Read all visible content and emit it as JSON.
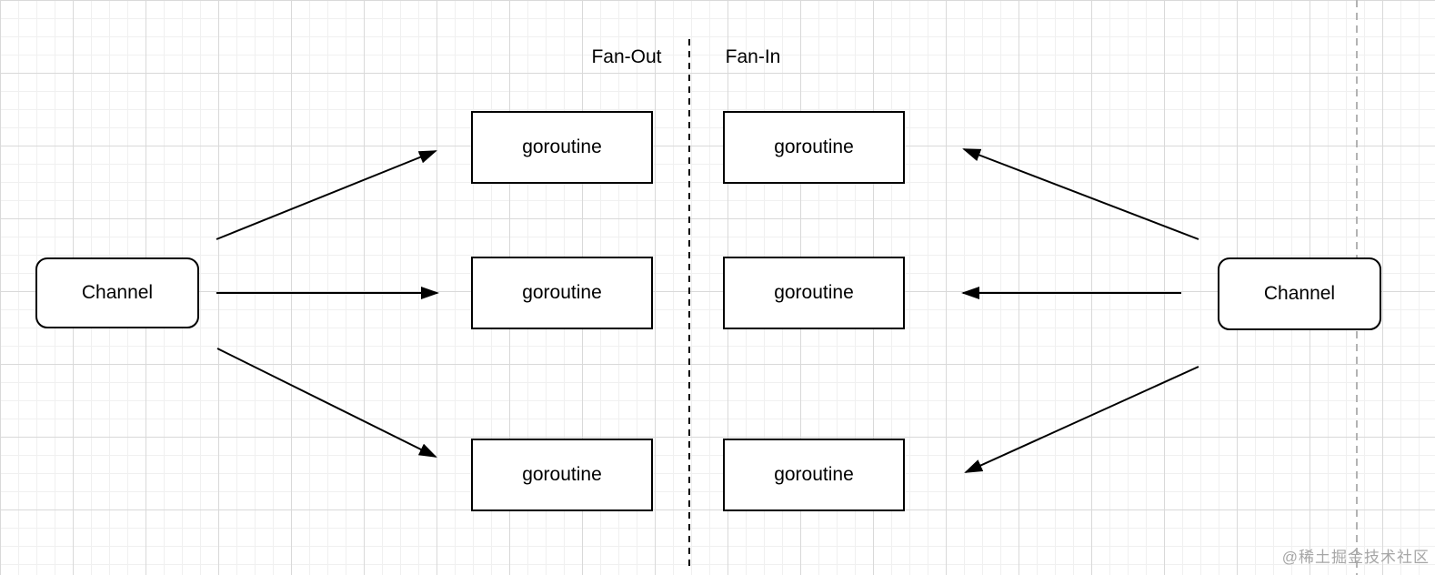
{
  "diagram": {
    "labels": {
      "fan_out": "Fan-Out",
      "fan_in": "Fan-In"
    },
    "nodes": {
      "left_channel": "Channel",
      "right_channel": "Channel",
      "goroutines": [
        "goroutine",
        "goroutine",
        "goroutine",
        "goroutine",
        "goroutine",
        "goroutine"
      ]
    },
    "watermark": "@稀土掘金技术社区",
    "colors": {
      "stroke": "#000000",
      "background": "#ffffff",
      "grid_minor": "#f0f0f0",
      "grid_major": "#d9d9d9",
      "page_line": "#b3b3b3",
      "watermark": "#a6a6a6"
    }
  }
}
